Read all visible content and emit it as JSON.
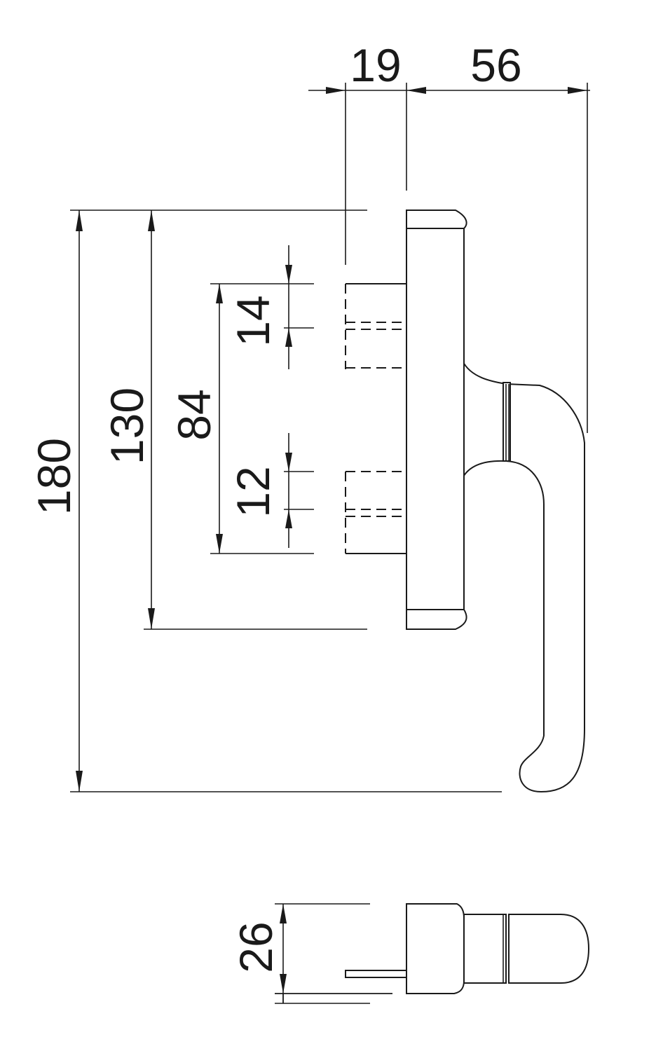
{
  "drawing": {
    "line_color": "#1a1a1a",
    "background": "#ffffff",
    "dimensions": {
      "width_base": "19",
      "projection": "56",
      "total_height": "180",
      "base_height": "130",
      "spindle_spacing": "84",
      "upper_pin": "14",
      "lower_pin": "12",
      "bottom_view_thickness": "26"
    }
  }
}
